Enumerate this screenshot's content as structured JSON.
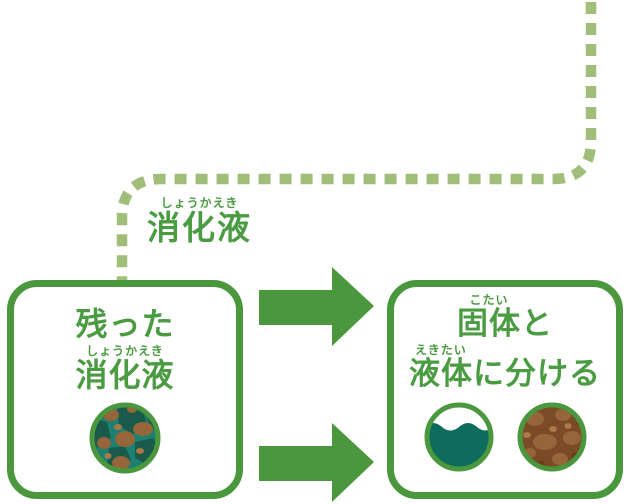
{
  "colors": {
    "main_green": "#4a973d",
    "text_green": "#4a9b41",
    "dash_green": "#a0be7a",
    "teal_liquid": "#0e6c5e",
    "teal_base": "#1e8070",
    "teal_patch": "#195a4b",
    "brown_base": "#7b4b27",
    "brown_blob": "#96653a",
    "brown_light": "#a9794a",
    "brown_dark": "#66401f",
    "box_bg": "#ffffff"
  },
  "flow_label": {
    "base": "消化液",
    "furigana": "しょうかえき"
  },
  "left_box": {
    "line1": "残った",
    "line2": {
      "base": "消化液",
      "furigana": "しょうかえき"
    }
  },
  "right_box": {
    "line1": {
      "base": "固体",
      "furigana": "こたい",
      "rest": "と"
    },
    "line2": {
      "base": "液体",
      "furigana": "えきたい",
      "rest": "に分ける"
    }
  },
  "icons": {
    "flow_line": "dashed-elbow-path",
    "arrow_top": "arrow-right",
    "arrow_bottom": "arrow-right",
    "left_circle": "residual-digestive-fluid-circle",
    "liquid_circle": "separated-liquid-circle",
    "solid_circle": "separated-solid-circle"
  }
}
